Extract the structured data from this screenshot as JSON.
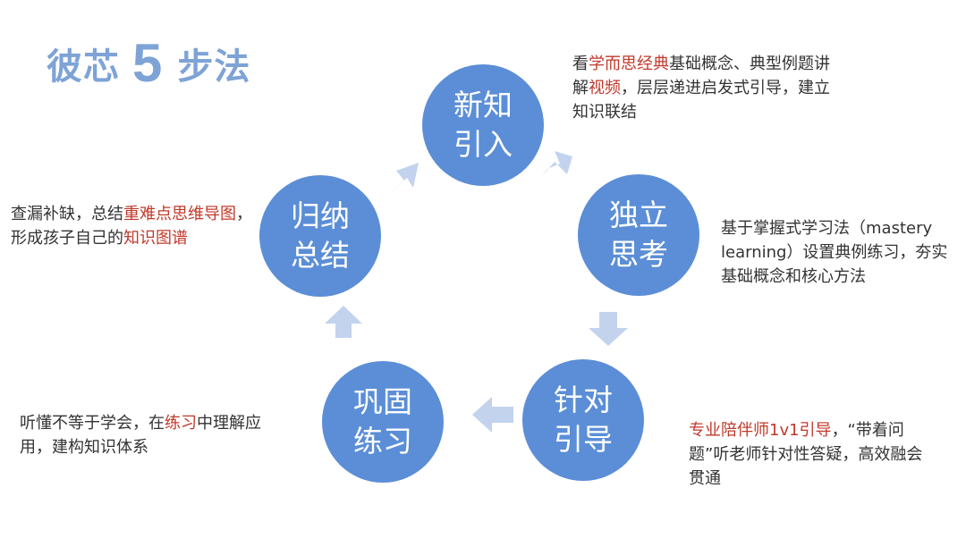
{
  "title": {
    "prefix": "彼芯",
    "number": "5",
    "suffix": "步法"
  },
  "steps": [
    {
      "line1": "新知",
      "line2": "引入",
      "desc_parts": [
        {
          "t": "看",
          "h": false
        },
        {
          "t": "学而思经典",
          "h": true
        },
        {
          "t": "基础概念、典型例题讲解",
          "h": false
        },
        {
          "t": "视频",
          "h": true
        },
        {
          "t": "，层层递进启发式引导，建立知识联结",
          "h": false
        }
      ]
    },
    {
      "line1": "独立",
      "line2": "思考",
      "desc_parts": [
        {
          "t": "基于掌握式学习法（mastery learning）设置典例练习，夯实基础概念和核心方法",
          "h": false
        }
      ]
    },
    {
      "line1": "针对",
      "line2": "引导",
      "desc_parts": [
        {
          "t": "专业陪伴师1v1引导",
          "h": true
        },
        {
          "t": "，“带着问题”听老师针对性答疑，高效融会贯通",
          "h": false
        }
      ]
    },
    {
      "line1": "巩固",
      "line2": "练习",
      "desc_parts": [
        {
          "t": "听懂不等于学会，在",
          "h": false
        },
        {
          "t": "练习",
          "h": true
        },
        {
          "t": "中理解应用，建构知识体系",
          "h": false
        }
      ]
    },
    {
      "line1": "归纳",
      "line2": "总结",
      "desc_parts": [
        {
          "t": "查漏补缺，总结",
          "h": false
        },
        {
          "t": "重难点思维导图",
          "h": true
        },
        {
          "t": "，形成孩子自己的",
          "h": false
        },
        {
          "t": "知识图谱",
          "h": true
        }
      ]
    }
  ]
}
